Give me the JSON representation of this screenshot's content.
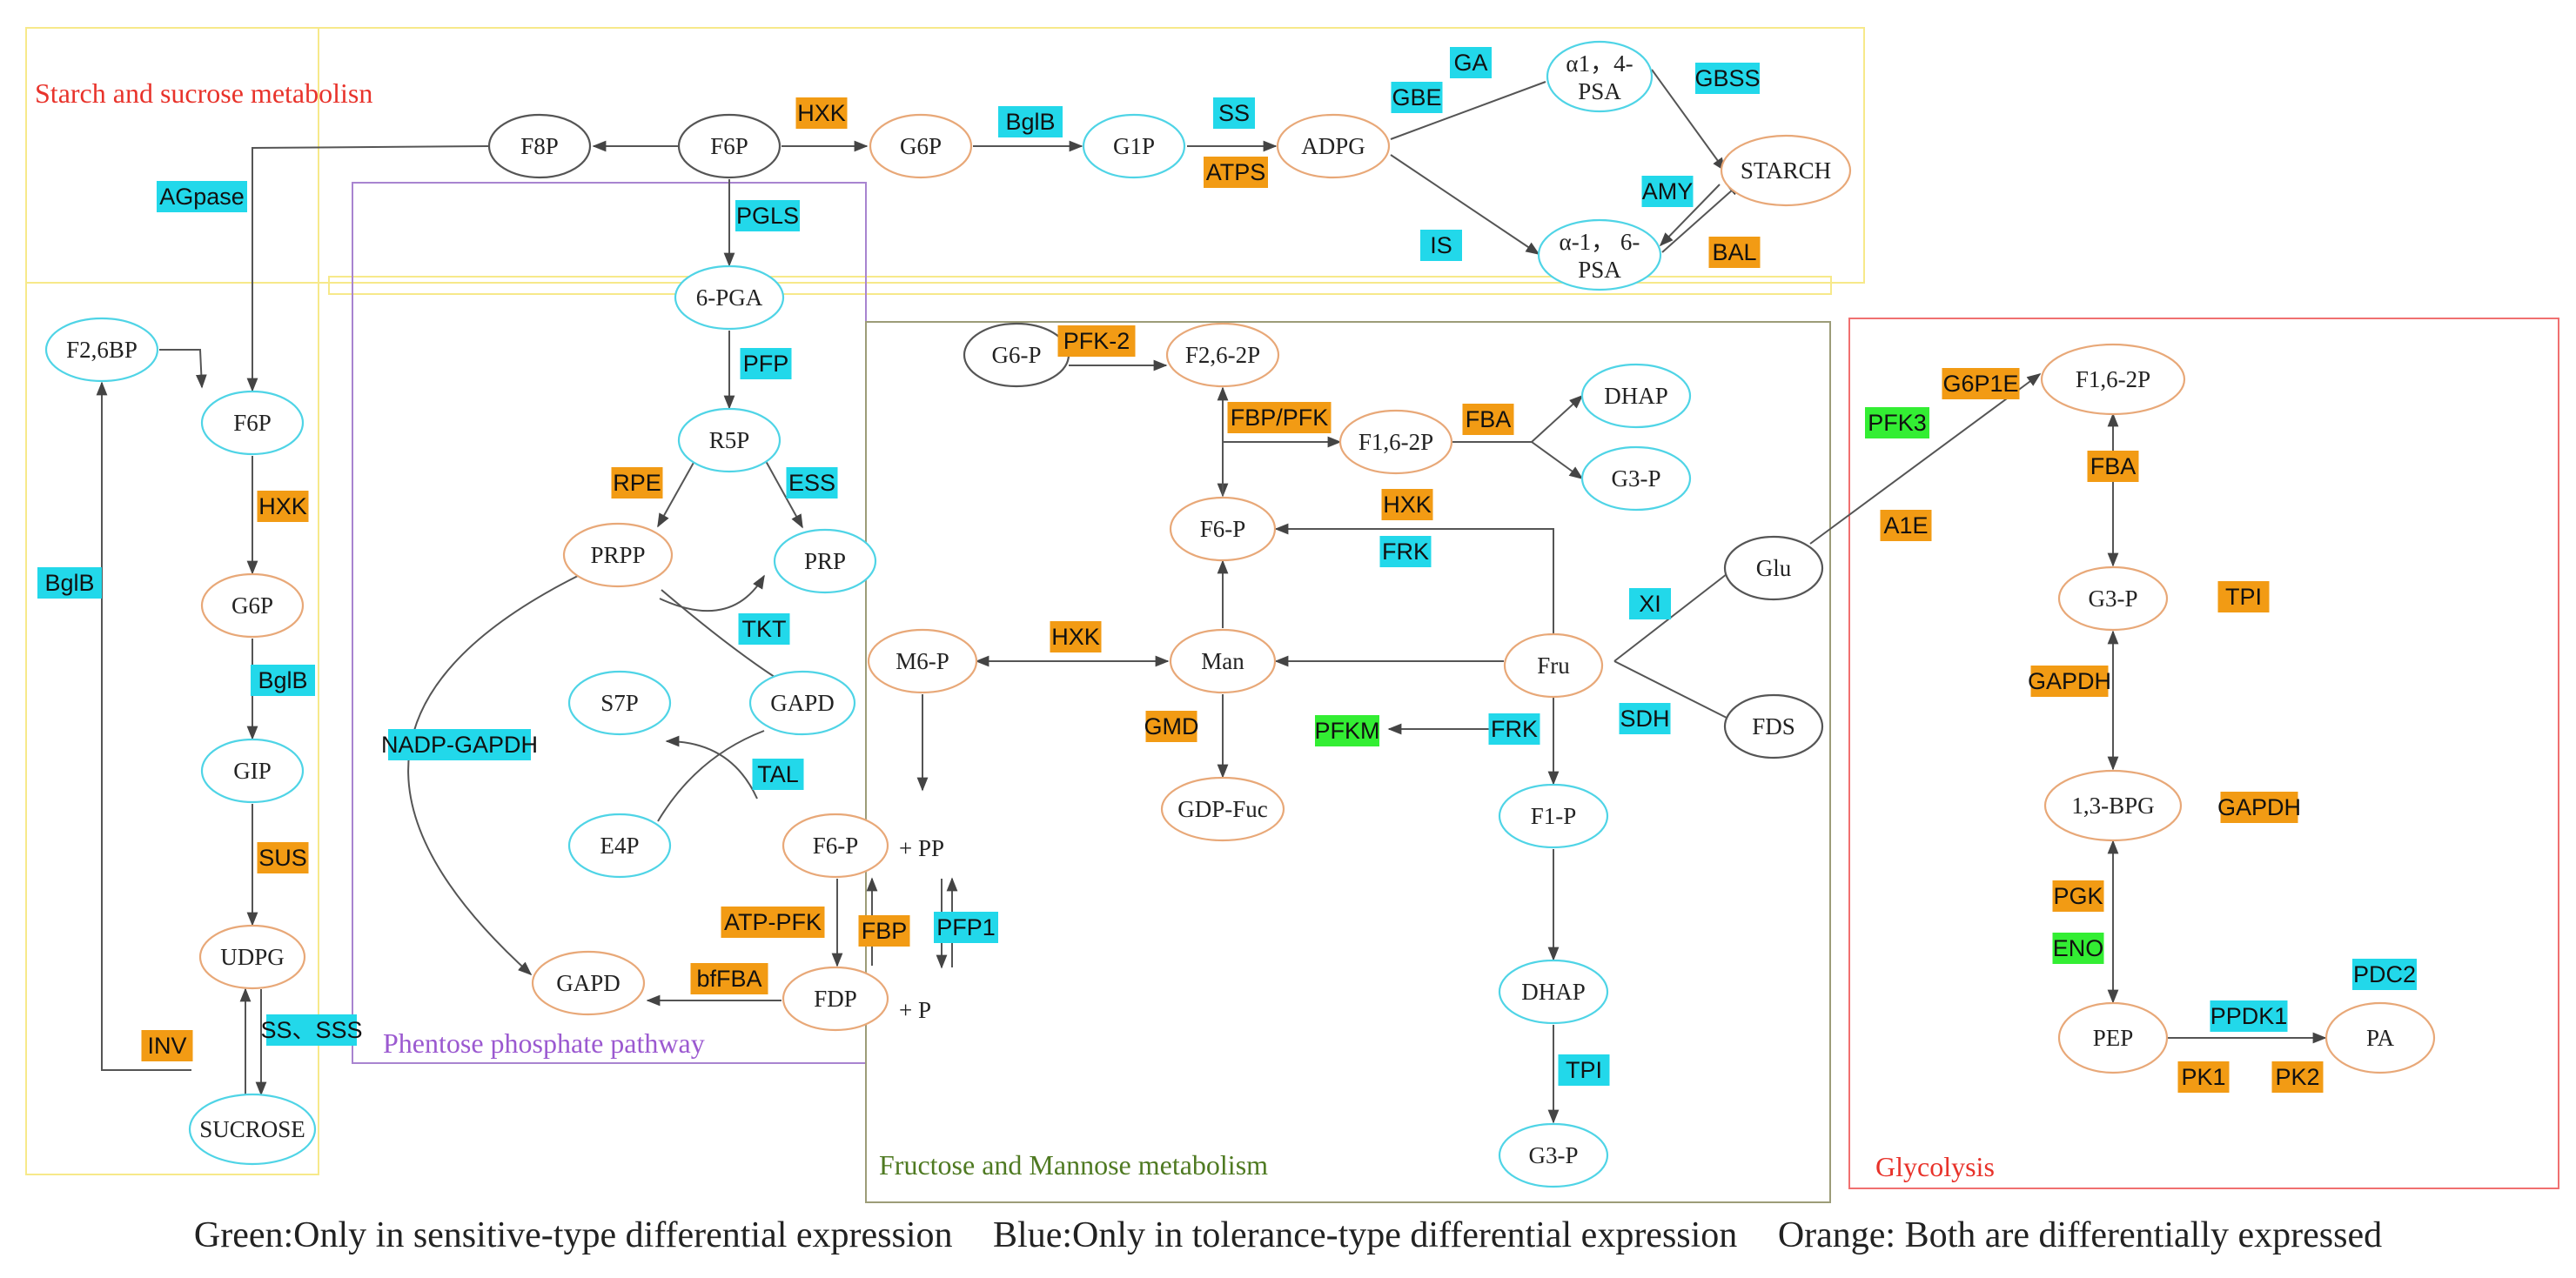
{
  "colors": {
    "green": "#33ee33",
    "blue": "#22d8ea",
    "orange": "#f29b14",
    "node_blue": "#4fd4e6",
    "node_orange": "#e8a878",
    "node_gray": "#555555",
    "region_yellow": "#f7e98a",
    "region_purple": "#a884d0",
    "region_olive": "#9c9c78",
    "region_red": "#f07070"
  },
  "regions": {
    "starch": {
      "title": "Starch and sucrose metabolisn",
      "title_color": "#e8332b"
    },
    "ppp": {
      "title": "Phentose phosphate pathway",
      "title_color": "#9b59d0"
    },
    "fructose": {
      "title": "Fructose and Mannose metabolism",
      "title_color": "#4f7a22"
    },
    "glycolysis": {
      "title": "Glycolysis",
      "title_color": "#e8332b"
    }
  },
  "nodes": {
    "f8p": {
      "text": "F8P",
      "border": "gray"
    },
    "f6p_top": {
      "text": "F6P",
      "border": "gray"
    },
    "g6p_top": {
      "text": "G6P",
      "border": "orange"
    },
    "g1p": {
      "text": "G1P",
      "border": "blue"
    },
    "adpg": {
      "text": "ADPG",
      "border": "orange"
    },
    "a14psa": {
      "text": [
        "α1，4-",
        "PSA"
      ],
      "border": "blue"
    },
    "starch": {
      "text": "STARCH",
      "border": "orange"
    },
    "a16psa": {
      "text": [
        "α-1， 6-",
        "PSA"
      ],
      "border": "blue"
    },
    "pga6": {
      "text": "6-PGA",
      "border": "blue"
    },
    "f26bp": {
      "text": "F2,6BP",
      "border": "blue"
    },
    "f6p_left": {
      "text": "F6P",
      "border": "blue"
    },
    "g6p_left": {
      "text": "G6P",
      "border": "orange"
    },
    "gip": {
      "text": "GIP",
      "border": "blue"
    },
    "udpg": {
      "text": "UDPG",
      "border": "orange"
    },
    "sucrose": {
      "text": "SUCROSE",
      "border": "blue"
    },
    "r5p": {
      "text": "R5P",
      "border": "blue"
    },
    "prpp": {
      "text": "PRPP",
      "border": "orange"
    },
    "prp": {
      "text": "PRP",
      "border": "blue"
    },
    "s7p": {
      "text": "S7P",
      "border": "blue"
    },
    "gapd_ppp": {
      "text": "GAPD",
      "border": "blue"
    },
    "e4p": {
      "text": "E4P",
      "border": "blue"
    },
    "f6p_ppp": {
      "text": "F6-P",
      "border": "orange"
    },
    "fdp": {
      "text": "FDP",
      "border": "orange"
    },
    "gapd_bottom": {
      "text": "GAPD",
      "border": "orange"
    },
    "g6p_fm": {
      "text": "G6-P",
      "border": "gray"
    },
    "f262p_fm": {
      "text": "F2,6-2P",
      "border": "orange"
    },
    "f162p_fm": {
      "text": "F1,6-2P",
      "border": "orange"
    },
    "dhap_fm": {
      "text": "DHAP",
      "border": "blue"
    },
    "g3p_fm": {
      "text": "G3-P",
      "border": "blue"
    },
    "f6p_fm": {
      "text": "F6-P",
      "border": "orange"
    },
    "m6p": {
      "text": "M6-P",
      "border": "orange"
    },
    "man": {
      "text": "Man",
      "border": "orange"
    },
    "fru": {
      "text": "Fru",
      "border": "orange"
    },
    "gdpfuc": {
      "text": "GDP-Fuc",
      "border": "orange"
    },
    "f1p": {
      "text": "F1-P",
      "border": "blue"
    },
    "dhap_low": {
      "text": "DHAP",
      "border": "blue"
    },
    "g3p_low": {
      "text": "G3-P",
      "border": "blue"
    },
    "glu": {
      "text": "Glu",
      "border": "gray"
    },
    "fds": {
      "text": "FDS",
      "border": "gray"
    },
    "f162p_gly": {
      "text": "F1,6-2P",
      "border": "orange"
    },
    "g3p_gly": {
      "text": "G3-P",
      "border": "orange"
    },
    "bpg13": {
      "text": "1,3-BPG",
      "border": "orange"
    },
    "pep": {
      "text": "PEP",
      "border": "orange"
    },
    "pa": {
      "text": "PA",
      "border": "orange"
    }
  },
  "enzymes": {
    "hxk_top": {
      "text": "HXK",
      "color": "orange"
    },
    "bglb_top": {
      "text": "BglB",
      "color": "blue"
    },
    "ss_top": {
      "text": "SS",
      "color": "blue"
    },
    "atps": {
      "text": "ATPS",
      "color": "orange"
    },
    "ga": {
      "text": "GA",
      "color": "blue"
    },
    "gbe": {
      "text": "GBE",
      "color": "blue"
    },
    "gbss": {
      "text": "GBSS",
      "color": "blue"
    },
    "amy": {
      "text": "AMY",
      "color": "blue"
    },
    "is": {
      "text": "IS",
      "color": "blue"
    },
    "bal": {
      "text": "BAL",
      "color": "orange"
    },
    "agpase": {
      "text": "AGpase",
      "color": "blue"
    },
    "pgls": {
      "text": "PGLS",
      "color": "blue"
    },
    "pfp": {
      "text": "PFP",
      "color": "blue"
    },
    "hxk_left": {
      "text": "HXK",
      "color": "orange"
    },
    "bglb_mid": {
      "text": "BglB",
      "color": "blue"
    },
    "bglb_left": {
      "text": "BglB",
      "color": "blue"
    },
    "sus": {
      "text": "SUS",
      "color": "orange"
    },
    "inv": {
      "text": "INV",
      "color": "orange"
    },
    "ss_sss": {
      "text": "SS、SSS",
      "color": "blue"
    },
    "rpe": {
      "text": "RPE",
      "color": "orange"
    },
    "ess": {
      "text": "ESS",
      "color": "blue"
    },
    "tkt": {
      "text": "TKT",
      "color": "blue"
    },
    "tal": {
      "text": "TAL",
      "color": "blue"
    },
    "nadp_gapdh": {
      "text": "NADP-GAPDH",
      "color": "blue"
    },
    "atp_pfk": {
      "text": "ATP-PFK",
      "color": "orange"
    },
    "fbp": {
      "text": "FBP",
      "color": "orange"
    },
    "pfp1": {
      "text": "PFP1",
      "color": "blue"
    },
    "bffba": {
      "text": "bfFBA",
      "color": "orange"
    },
    "pfk2": {
      "text": "PFK-2",
      "color": "orange"
    },
    "fbp_pfk": {
      "text": "FBP/PFK",
      "color": "orange"
    },
    "fba_fm": {
      "text": "FBA",
      "color": "orange"
    },
    "hxk_fm": {
      "text": "HXK",
      "color": "orange"
    },
    "frk_fm": {
      "text": "FRK",
      "color": "blue"
    },
    "hxk_m6p": {
      "text": "HXK",
      "color": "orange"
    },
    "gmd": {
      "text": "GMD",
      "color": "orange"
    },
    "pfkm": {
      "text": "PFKM",
      "color": "green"
    },
    "frk_low": {
      "text": "FRK",
      "color": "blue"
    },
    "xi": {
      "text": "XI",
      "color": "blue"
    },
    "sdh": {
      "text": "SDH",
      "color": "blue"
    },
    "tpi_fm": {
      "text": "TPI",
      "color": "blue"
    },
    "g6p1e": {
      "text": "G6P1E",
      "color": "orange"
    },
    "pfk3": {
      "text": "PFK3",
      "color": "green"
    },
    "a1e": {
      "text": "A1E",
      "color": "orange"
    },
    "fba_gly": {
      "text": "FBA",
      "color": "orange"
    },
    "tpi_gly": {
      "text": "TPI",
      "color": "orange"
    },
    "gapdh_1": {
      "text": "GAPDH",
      "color": "orange"
    },
    "gapdh_2": {
      "text": "GAPDH",
      "color": "orange"
    },
    "pgk": {
      "text": "PGK",
      "color": "orange"
    },
    "eno": {
      "text": "ENO",
      "color": "green"
    },
    "ppdk1": {
      "text": "PPDK1",
      "color": "blue"
    },
    "pdc2": {
      "text": "PDC2",
      "color": "blue"
    },
    "pk1": {
      "text": "PK1",
      "color": "orange"
    },
    "pk2": {
      "text": "PK2",
      "color": "orange"
    }
  },
  "plain_text": {
    "pp": "+ PP",
    "p": "+ P"
  },
  "legend": {
    "green": "Green:Only in sensitive-type differential expression",
    "blue": "Blue:Only in tolerance-type differential expression",
    "orange": "Orange: Both are differentially expressed"
  }
}
